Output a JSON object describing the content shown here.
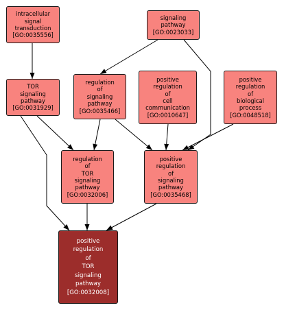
{
  "colors": {
    "node_fill": "#f8837e",
    "focus_fill": "#9c2d2b",
    "edge": "#000000"
  },
  "nodes": {
    "ist": {
      "lines": [
        "intracellular",
        "signal",
        "transduction",
        "[GO:0035556]"
      ]
    },
    "sp": {
      "lines": [
        "signaling",
        "pathway",
        "[GO:0023033]"
      ]
    },
    "tor": {
      "lines": [
        "TOR",
        "signaling",
        "pathway",
        "[GO:0031929]"
      ]
    },
    "rsp": {
      "lines": [
        "regulation",
        "of",
        "signaling",
        "pathway",
        "[GO:0035466]"
      ]
    },
    "prcc": {
      "lines": [
        "positive",
        "regulation",
        "of",
        "cell",
        "communication",
        "[GO:0010647]"
      ]
    },
    "prbp": {
      "lines": [
        "positive",
        "regulation",
        "of",
        "biological",
        "process",
        "[GO:0048518]"
      ]
    },
    "rtor": {
      "lines": [
        "regulation",
        "of",
        "TOR",
        "signaling",
        "pathway",
        "[GO:0032006]"
      ]
    },
    "prsp": {
      "lines": [
        "positive",
        "regulation",
        "of",
        "signaling",
        "pathway",
        "[GO:0035468]"
      ]
    },
    "prtor": {
      "lines": [
        "positive",
        "regulation",
        "of",
        "TOR",
        "signaling",
        "pathway",
        "[GO:0032008]"
      ]
    }
  },
  "edges": [
    {
      "from": "ist",
      "to": "tor"
    },
    {
      "from": "sp",
      "to": "rsp"
    },
    {
      "from": "sp",
      "to": "prsp"
    },
    {
      "from": "tor",
      "to": "rtor"
    },
    {
      "from": "tor",
      "to": "prtor"
    },
    {
      "from": "rsp",
      "to": "rtor"
    },
    {
      "from": "rsp",
      "to": "prsp"
    },
    {
      "from": "prcc",
      "to": "prsp"
    },
    {
      "from": "prbp",
      "to": "prsp"
    },
    {
      "from": "rtor",
      "to": "prtor"
    },
    {
      "from": "prsp",
      "to": "prtor"
    }
  ]
}
